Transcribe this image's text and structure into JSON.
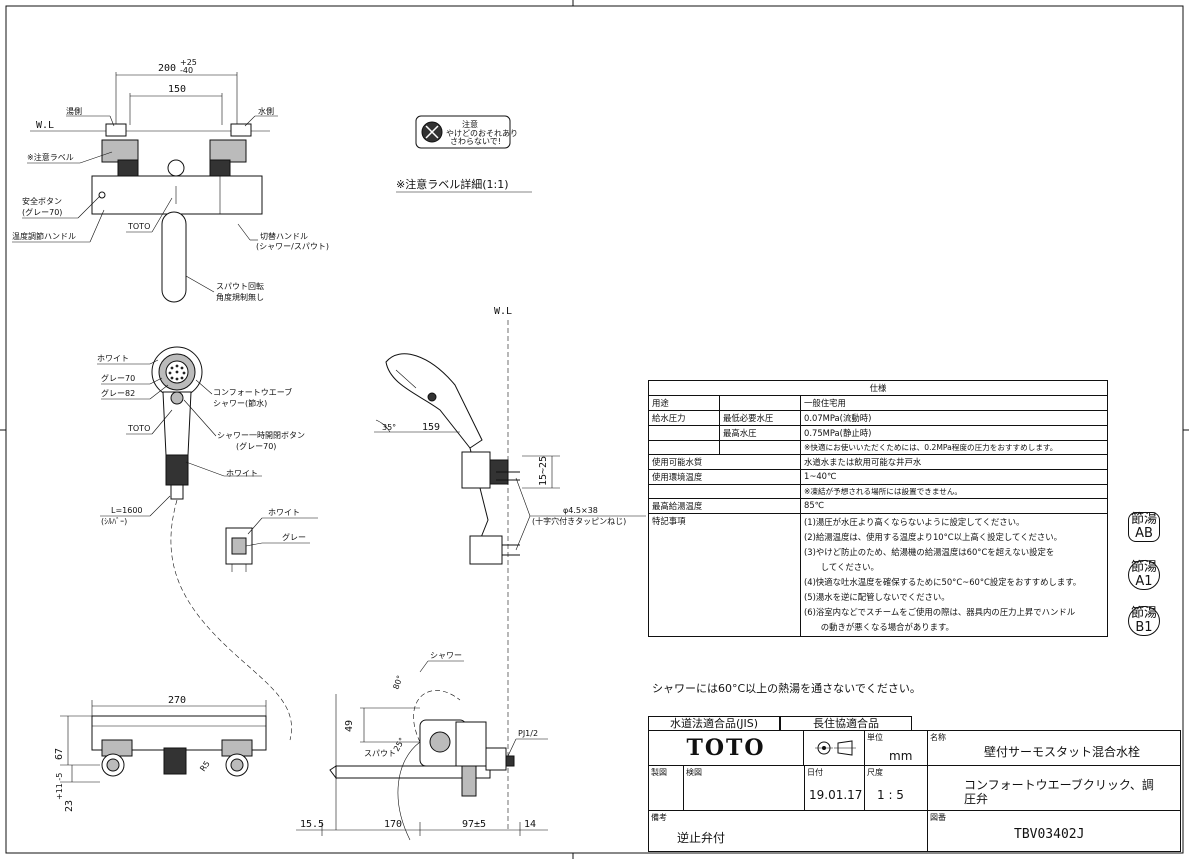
{
  "dims": {
    "top_pitch": "200",
    "top_pitch_plus": "+25",
    "top_pitch_minus": "-40",
    "pitch_inner": "150",
    "side_159": "159",
    "side_35": "35°",
    "side_15_25": "15~25",
    "screw": "φ4.5×38",
    "screw_note": "(十字穴付きタッピンねじ)",
    "bottom_270": "270",
    "bottom_67": "67",
    "bottom_23": "23",
    "bottom_23_tol": "+11 -5",
    "bottom_r": "R5",
    "side_49": "49",
    "angle_80": "80°",
    "angle_25": "25°",
    "pj": "PJ1/2",
    "d_15_5": "15.5",
    "d_170": "170",
    "d_97": "97±5",
    "d_14": "14"
  },
  "labels": {
    "wl_top": "W.L",
    "wl_side": "W.L",
    "hot_side": "湯側",
    "cold_side": "水側",
    "caution_label": "※注意ラベル",
    "safety_button": "安全ボタン",
    "safety_button_color": "(グレー70)",
    "temp_handle": "温度調節ハンドル",
    "toto_mark": "TOTO",
    "switch_handle": "切替ハンドル",
    "switch_handle_sub": "(シャワー/スパウト)",
    "spout_rotation": "スパウト回転",
    "spout_rotation_sub": "角度規制無し",
    "caution_detail": "※注意ラベル詳細(1:1)",
    "caution_head": "注意",
    "caution_text1": "やけどのおそれあり",
    "caution_text2": "さわらないで!",
    "white1": "ホワイト",
    "grey70": "グレー70",
    "grey82": "グレー82",
    "comfort_shower": "コンフォートウエーブ",
    "comfort_shower_sub": "シャワー(節水)",
    "toto_head": "TOTO",
    "stop_button": "シャワー一時開閉ボタン",
    "stop_button_color": "(グレー70)",
    "white2": "ホワイト",
    "hose_length": "L=1600",
    "hose_type": "(ｼﾙﾊﾞｰ)",
    "white3": "ホワイト",
    "grey": "グレー",
    "shower_label": "シャワー",
    "spout_label": "スパウト",
    "warning_line": "シャワーには60°C以上の熱湯を通さないでください。"
  },
  "spec": {
    "title": "仕様",
    "rows": [
      {
        "label": "用途",
        "sub": "",
        "value": "一般住宅用"
      },
      {
        "label": "給水圧力",
        "sub": "最低必要水圧",
        "value": "0.07MPa(流動時)"
      },
      {
        "label": "",
        "sub": "最高水圧",
        "value": "0.75MPa(静止時)"
      },
      {
        "label": "",
        "sub": "",
        "value": "※快適にお使いいただくためには、0.2MPa程度の圧力をおすすめします。"
      },
      {
        "label": "使用可能水質",
        "sub": "",
        "value": "水道水または飲用可能な井戸水"
      },
      {
        "label": "使用環境温度",
        "sub": "",
        "value": "1~40℃"
      },
      {
        "label": "",
        "sub": "",
        "value": "※凍結が予想される場所には設置できません。"
      },
      {
        "label": "最高給湯温度",
        "sub": "",
        "value": "85℃"
      }
    ],
    "notes_label": "特記事項",
    "notes": [
      "(1)湯圧が水圧より高くならないように設定してください。",
      "(2)給湯温度は、使用する温度より10°C以上高く設定してください。",
      "(3)やけど防止のため、給湯機の給湯温度は60°Cを超えない設定を",
      "　　してください。",
      "(4)快適な吐水温度を確保するために50°C~60°C設定をおすすめします。",
      "(5)湯水を逆に配管しないでください。",
      "(6)浴室内などでスチームをご使用の際は、器具内の圧力上昇でハンドル",
      "　　の動きが悪くなる場合があります。"
    ]
  },
  "stamps": [
    {
      "top": "節湯",
      "bottom": "AB"
    },
    {
      "top": "節湯",
      "bottom": "A1"
    },
    {
      "top": "節湯",
      "bottom": "B1"
    }
  ],
  "title_block": {
    "jis": "水道法適合品(JIS)",
    "assoc": "長住協適合品",
    "brand": "TOTO",
    "unit_label": "単位",
    "unit": "mm",
    "name_label": "名称",
    "name": "壁付サーモスタット混合水栓",
    "made_label": "製図",
    "check_label": "検図",
    "date_label": "日付",
    "date": "19.01.17",
    "scale_label": "尺度",
    "scale": "1 : 5",
    "subname": "コンフォートウエーブクリック、調圧弁",
    "remarks_label": "備考",
    "remarks": "逆止弁付",
    "drawing_no_label": "図番",
    "drawing_no": "TBV03402J"
  }
}
